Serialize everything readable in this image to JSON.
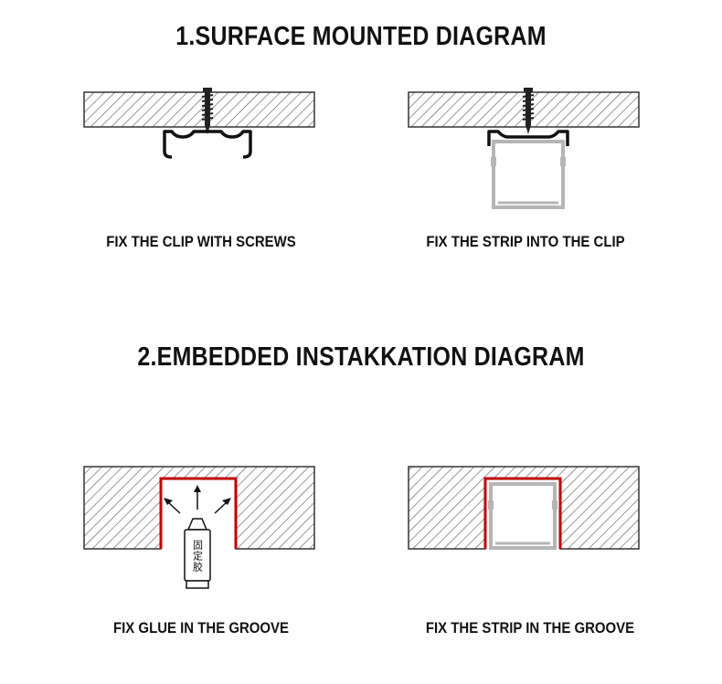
{
  "section1": {
    "title": "1.SURFACE MOUNTED DIAGRAM",
    "step1_caption": "FIX THE CLIP WITH SCREWS",
    "step2_caption": "FIX THE STRIP INTO THE CLIP"
  },
  "section2": {
    "title": "2.EMBEDDED INSTAKKATION DIAGRAM",
    "step1_caption": "FIX GLUE IN THE GROOVE",
    "step2_caption": "FIX THE STRIP IN THE GROOVE",
    "glue_label": "固定胶"
  },
  "colors": {
    "groove_outline": "#c00000",
    "profile_gray": "#b5b5b5",
    "hatch": "#555555"
  }
}
